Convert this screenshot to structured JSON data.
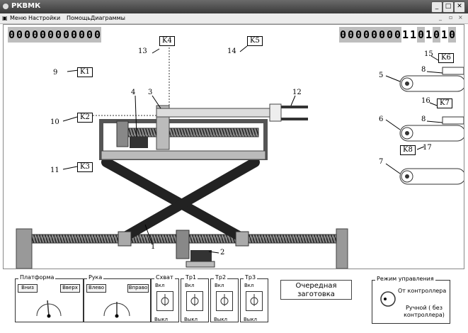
{
  "window": {
    "title": "РКВМК"
  },
  "menu": {
    "items": [
      "Меню",
      "Настройки",
      "Помощь",
      "Диаграммы"
    ]
  },
  "registers": {
    "left_bits": "000000000000",
    "right_bits": "000000001101010"
  },
  "labels": {
    "k1": "K1",
    "k2": "K2",
    "k3": "K3",
    "k4": "K4",
    "k5": "K5",
    "k6": "K6",
    "k7": "K7",
    "k8": "K8"
  },
  "numbers": {
    "n1": "1",
    "n2": "2",
    "n3": "3",
    "n4": "4",
    "n5": "5",
    "n6": "6",
    "n7": "7",
    "n8a": "8",
    "n8b": "8",
    "n9": "9",
    "n10": "10",
    "n11": "11",
    "n12": "12",
    "n13": "13",
    "n14": "14",
    "n15": "15",
    "n16": "16",
    "n17": "17"
  },
  "panels": {
    "platform": {
      "title": "Платформа",
      "down": "Вниз",
      "up": "Вверх"
    },
    "arm": {
      "title": "Рука",
      "left": "Влево",
      "right": "Вправо"
    },
    "grip": {
      "title": "Схват",
      "on": "Вкл",
      "off": "Выкл"
    },
    "tr1": {
      "title": "Тр1",
      "on": "Вкл",
      "off": "Выкл"
    },
    "tr2": {
      "title": "Тр2",
      "on": "Вкл",
      "off": "Выкл"
    },
    "tr3": {
      "title": "Тр3",
      "on": "Вкл",
      "off": "Выкл"
    },
    "next_blank": "Очередная заготовка",
    "mode": {
      "title": "Режим управления",
      "controller": "От контроллера",
      "manual": "Ручной ( без контроллера)"
    }
  }
}
